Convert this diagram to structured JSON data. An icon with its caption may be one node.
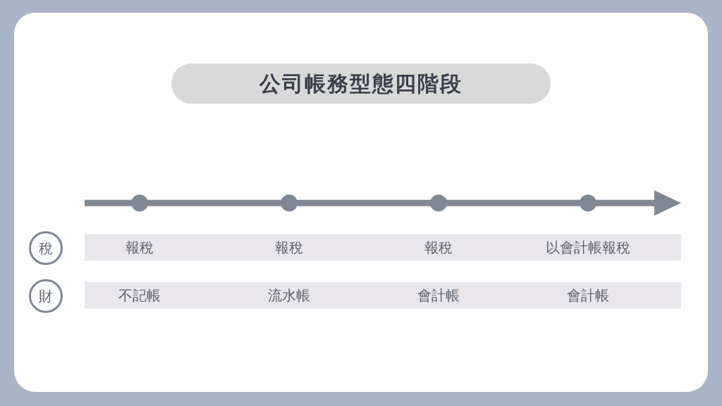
{
  "diagram": {
    "nodes": [
      {
        "text": [
          "公司帳務型態四階段"
        ]
      },
      {
        "text": [
          "稅"
        ]
      },
      {
        "text": [
          "報稅",
          "報稅",
          "報稅",
          "以會計帳報稅"
        ]
      },
      {
        "text": [
          "財"
        ]
      },
      {
        "text": [
          "不記帳",
          "流水帳",
          "會計帳",
          "會計帳"
        ]
      }
    ],
    "edges": []
  }
}
